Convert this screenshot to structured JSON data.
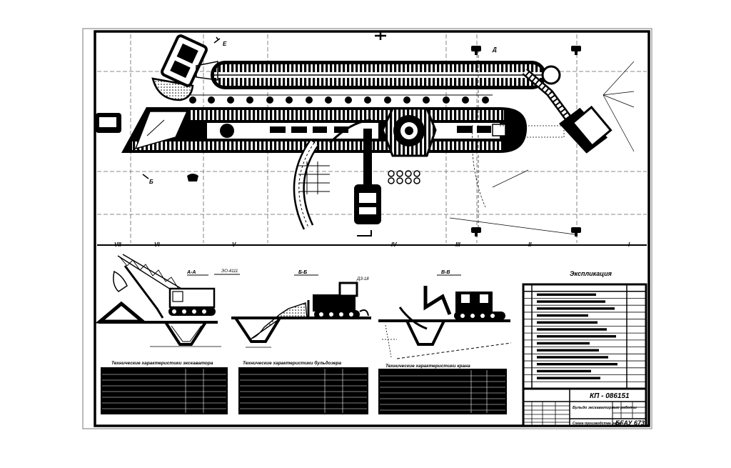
{
  "zones": [
    "VII",
    "VI",
    "V",
    "IV",
    "III",
    "II",
    "I"
  ],
  "section_labels": {
    "a": "A-A",
    "b": "Б-Б",
    "v": "В-В"
  },
  "view_marks": {
    "e": "Е",
    "b": "Б",
    "d": "Д"
  },
  "machine_labels": {
    "excavator": "ЭО-4111",
    "bulldozer": "ДЗ-18"
  },
  "tables": {
    "excavator_title": "Технические характеристики экскаватора",
    "bulldozer_title": "Технические характеристики бульдозера",
    "crane_title": "Технические характеристики крана"
  },
  "spec": {
    "title": "Экспликация",
    "row_count": 14
  },
  "stamp": {
    "code": "КП - 086151",
    "project": "Бульдо экскаваторные работы",
    "sheet_name": "Схема производства работ",
    "org": "БГАУ 673"
  }
}
